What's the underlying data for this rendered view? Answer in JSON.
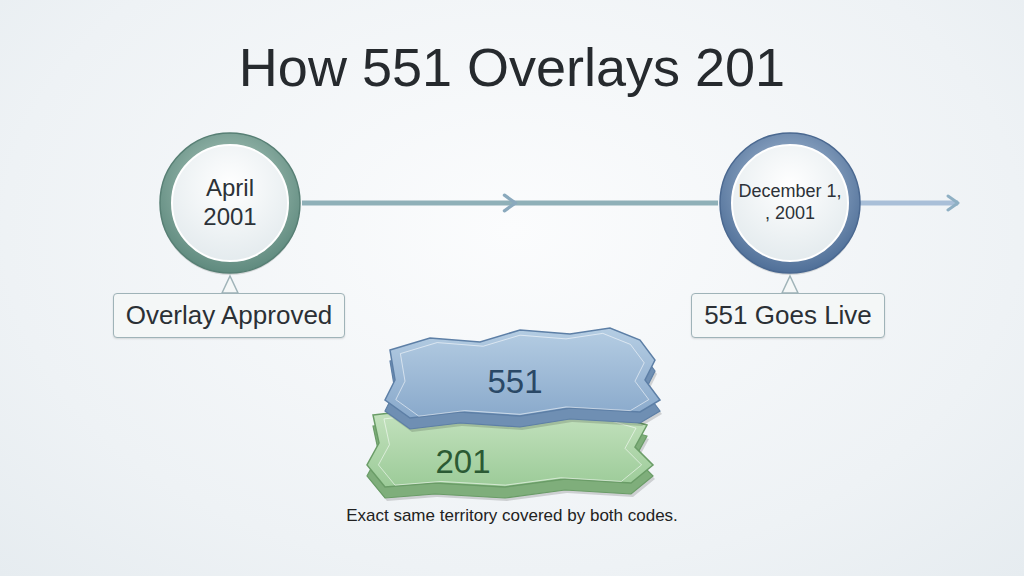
{
  "diagram": {
    "title": "How 551 Overlays 201",
    "caption": "Exact same territory covered by both codes.",
    "nodes": [
      {
        "text": [
          "April 2001"
        ]
      },
      {
        "text": [
          "December 1, , 2001"
        ]
      },
      {
        "text": [
          "Overlay Approved"
        ]
      },
      {
        "text": [
          "551 Goes Live"
        ]
      },
      {
        "text": [
          "551"
        ]
      },
      {
        "text": [
          "201"
        ]
      }
    ],
    "edges": [
      {
        "from": 0,
        "to": 1,
        "arrow": "to"
      }
    ]
  }
}
